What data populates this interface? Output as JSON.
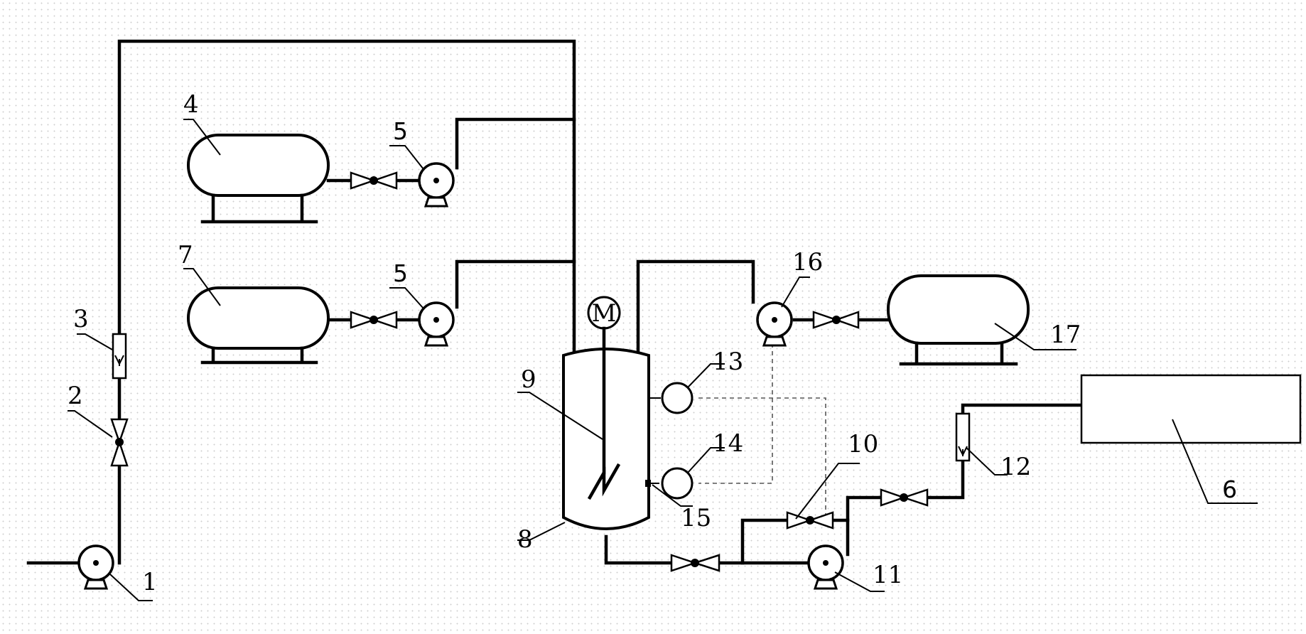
{
  "labels": {
    "l1": "1",
    "l2": "2",
    "l3": "3",
    "l4": "4",
    "l5a": "5",
    "l5b": "5",
    "l6": "6",
    "l7": "7",
    "l8": "8",
    "l9": "9",
    "l10": "10",
    "l11": "11",
    "l12": "12",
    "l13": "13",
    "l14": "14",
    "l15": "15",
    "l16": "16",
    "l17": "17"
  },
  "motor_label": "M"
}
